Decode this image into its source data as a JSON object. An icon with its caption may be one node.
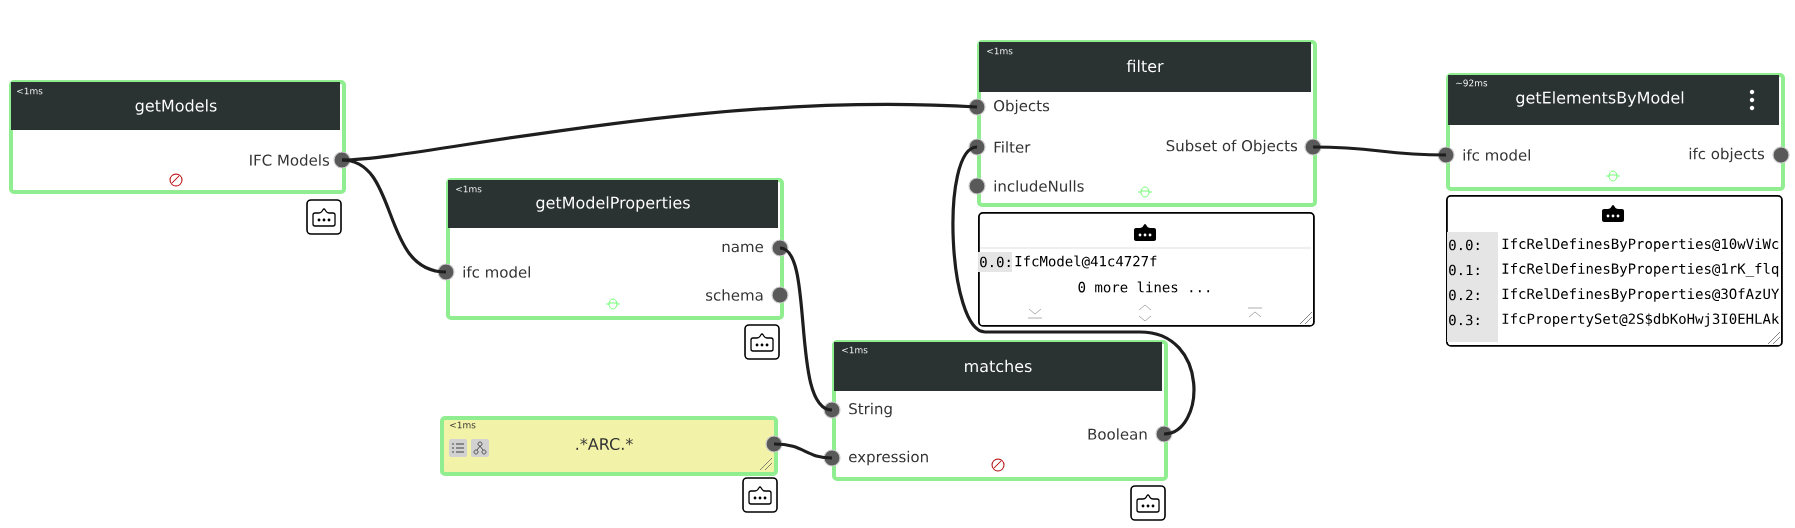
{
  "diagram": {
    "nodes": [
      {
        "text": [
          "<1ms",
          "getModels",
          "IFC Models"
        ]
      },
      {
        "text": [
          "<1ms",
          "filter",
          "Objects",
          "Filter",
          "includeNulls",
          "Subset of Objects"
        ]
      },
      {
        "text": [
          "0.0:",
          "IfcModel@41c4727f",
          "0 more lines ..."
        ]
      },
      {
        "text": [
          "~92ms",
          "getElementsByModel",
          "ifc model",
          "ifc objects"
        ]
      },
      {
        "text": [
          "0.0:",
          "IfcRelDefinesByProperties@10wViWc",
          "0.1:",
          "IfcRelDefinesByProperties@1rK_flq",
          "0.2:",
          "IfcRelDefinesByProperties@3OfAzUY",
          "0.3:",
          "IfcPropertySet@2S$dbKoHwj3I0EHLAk"
        ]
      },
      {
        "text": [
          "<1ms",
          "getModelProperties",
          "ifc model",
          "name",
          "schema"
        ]
      },
      {
        "text": [
          "<1ms",
          "matches",
          "String",
          "expression",
          "Boolean"
        ]
      },
      {
        "text": [
          "<1ms",
          ".*ARC.*"
        ]
      }
    ],
    "edges": [
      {
        "from": 0,
        "to": 1,
        "arrow": "none"
      },
      {
        "from": 0,
        "to": 5,
        "arrow": "none"
      },
      {
        "from": 5,
        "to": 6,
        "arrow": "none"
      },
      {
        "from": 7,
        "to": 6,
        "arrow": "none"
      },
      {
        "from": 6,
        "to": 1,
        "arrow": "none"
      },
      {
        "from": 1,
        "to": 3,
        "arrow": "none"
      }
    ]
  }
}
